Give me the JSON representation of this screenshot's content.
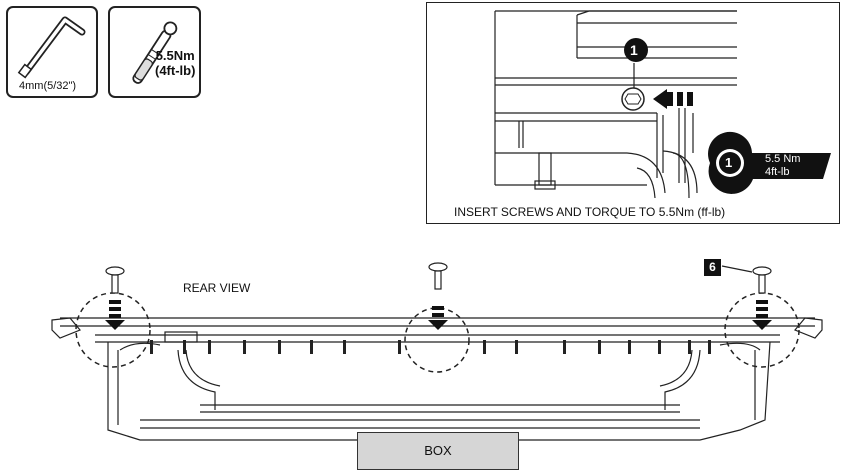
{
  "tools": {
    "hex_key_label": "4mm(5/32\")",
    "torque_line1": "5.5Nm",
    "torque_line2": "(4ft-lb)"
  },
  "detail": {
    "callout_number": "1",
    "wrench_callout_number": "1",
    "wrench_torque_line1": "5.5 Nm",
    "wrench_torque_line2": "4ft-lb",
    "caption": "INSERT SCREWS AND TORQUE TO 5.5Nm (ff-lb)"
  },
  "main": {
    "view_label": "REAR VIEW",
    "step_number": "6",
    "box_label": "BOX"
  }
}
